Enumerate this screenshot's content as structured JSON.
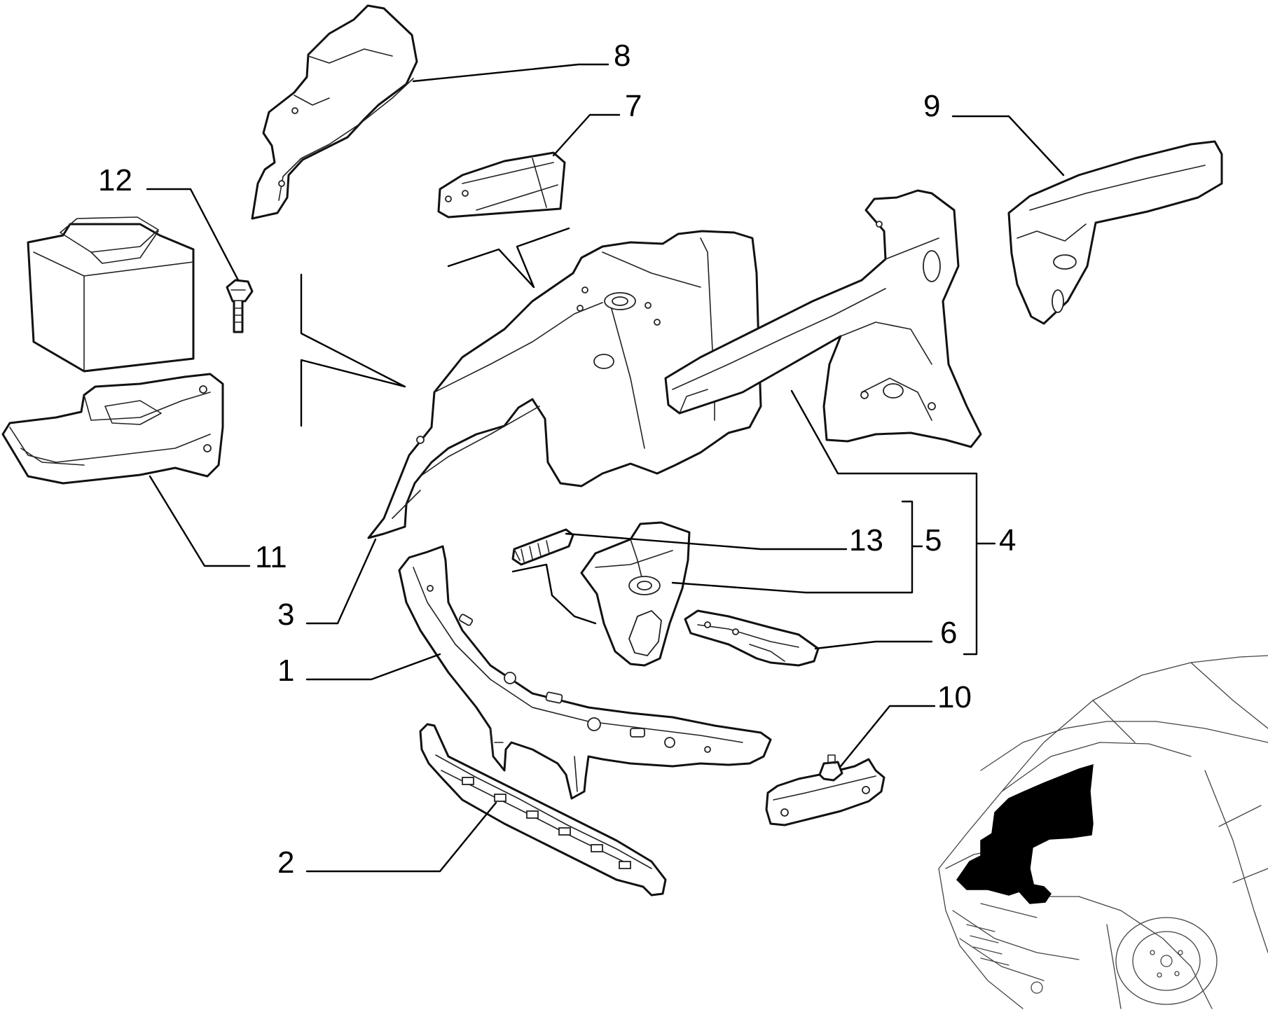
{
  "callouts": [
    {
      "id": "1",
      "label": "1"
    },
    {
      "id": "2",
      "label": "2"
    },
    {
      "id": "3",
      "label": "3"
    },
    {
      "id": "4",
      "label": "4"
    },
    {
      "id": "5",
      "label": "5"
    },
    {
      "id": "6",
      "label": "6"
    },
    {
      "id": "7",
      "label": "7"
    },
    {
      "id": "8",
      "label": "8"
    },
    {
      "id": "9",
      "label": "9"
    },
    {
      "id": "10",
      "label": "10"
    },
    {
      "id": "11",
      "label": "11"
    },
    {
      "id": "12",
      "label": "12"
    },
    {
      "id": "13",
      "label": "13"
    }
  ],
  "colors": {
    "line": "#000000",
    "background": "#ffffff",
    "highlight": "#000000"
  }
}
